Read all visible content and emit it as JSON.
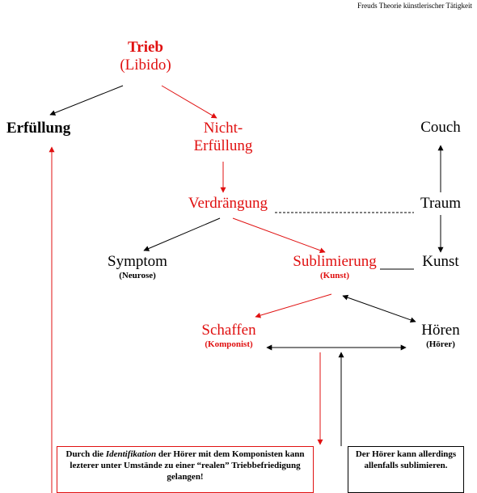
{
  "header": {
    "caption": "Freuds Theorie künstlerischer Tätigkeit"
  },
  "nodes": {
    "trieb": {
      "title": "Trieb",
      "subtitle": "(Libido)"
    },
    "erfuellung": "Erfüllung",
    "nicht_erfuellung": {
      "line1": "Nicht-",
      "line2": "Erfüllung"
    },
    "couch": "Couch",
    "verdraengung": "Verdrängung",
    "traum": "Traum",
    "symptom": {
      "title": "Symptom",
      "sub": "(Neurose)"
    },
    "sublimierung": {
      "title": "Sublimierung",
      "sub": "(Kunst)"
    },
    "kunst": "Kunst",
    "schaffen": {
      "title": "Schaffen",
      "sub": "(Komponist)"
    },
    "hoeren": {
      "title": "Hören",
      "sub": "(Hörer)"
    }
  },
  "boxes": {
    "left": {
      "pre": "Durch die ",
      "emph": "Identifikation",
      "post": " der Hörer mit dem Komponisten kann lezterer unter Umstände zu einer “realen” Triebbefriedigung gelangen!"
    },
    "right": {
      "text": "Der Hörer kann allerdings allenfalls sublimieren."
    }
  },
  "colors": {
    "accent": "#e01010",
    "text": "#000000"
  }
}
